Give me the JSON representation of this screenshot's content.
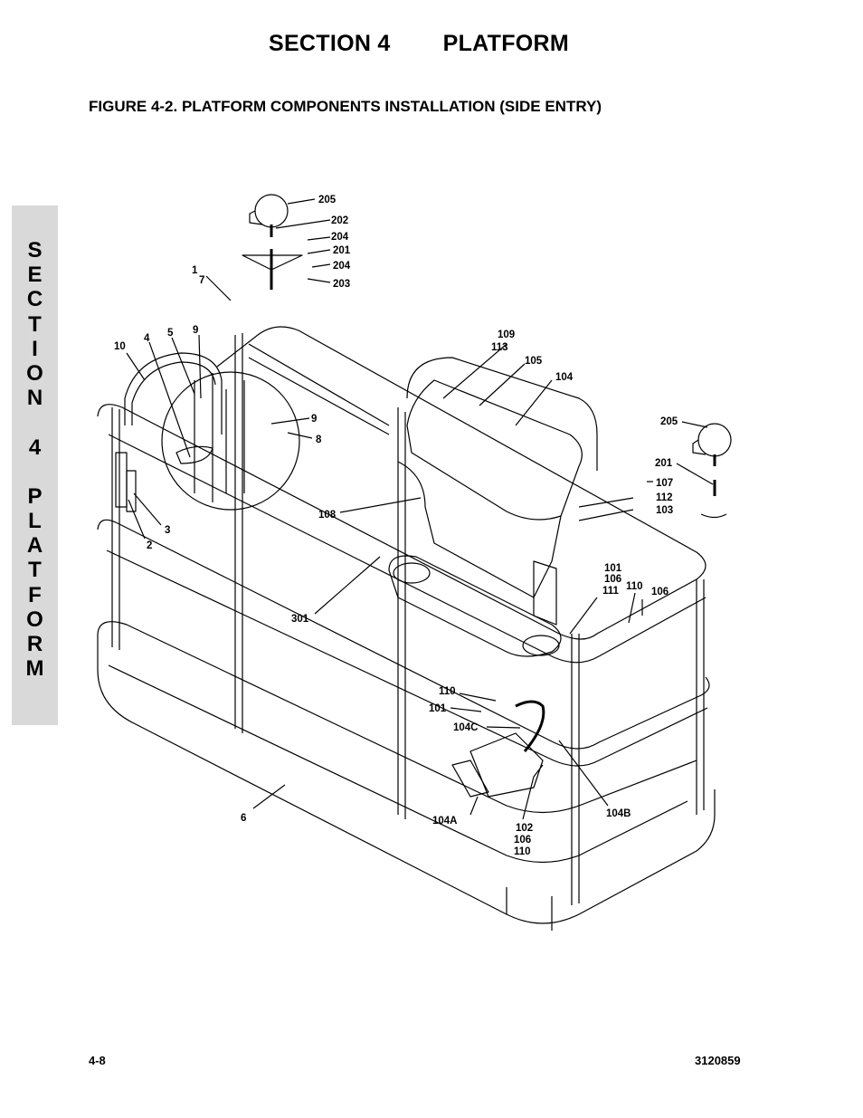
{
  "header": {
    "section_label": "SECTION 4",
    "section_title": "PLATFORM"
  },
  "figure_title": "FIGURE 4-2. PLATFORM COMPONENTS INSTALLATION (SIDE ENTRY)",
  "side_tab": {
    "letters": [
      "S",
      "E",
      "C",
      "T",
      "I",
      "O",
      "N",
      "",
      "4",
      "",
      "P",
      "L",
      "A",
      "T",
      "F",
      "O",
      "R",
      "M"
    ]
  },
  "callouts": {
    "c205a": "205",
    "c202": "202",
    "c204a": "204",
    "c201a": "201",
    "c204b": "204",
    "c203": "203",
    "c1": "1",
    "c7": "7",
    "c10": "10",
    "c4": "4",
    "c5": "5",
    "c9a": "9",
    "c9b": "9",
    "c8": "8",
    "c3": "3",
    "c2": "2",
    "c109": "109",
    "c113": "113",
    "c105": "105",
    "c104": "104",
    "c205b": "205",
    "c201b": "201",
    "c107": "107",
    "c112": "112",
    "c103": "103",
    "c108": "108",
    "c301": "301",
    "c101a": "101",
    "c106a": "106",
    "c111": "111",
    "c110a": "110",
    "c106b": "106",
    "c110b": "110",
    "c101b": "101",
    "c104c": "104C",
    "c104a": "104A",
    "c104b": "104B",
    "c102": "102",
    "c106c": "106",
    "c110c": "110",
    "c6": "6"
  },
  "footer": {
    "page_number": "4-8",
    "doc_number": "3120859"
  }
}
